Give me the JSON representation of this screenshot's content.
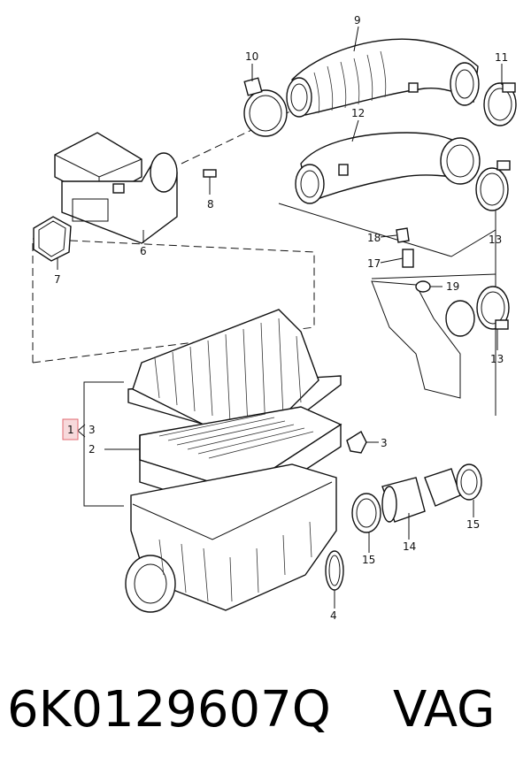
{
  "callouts": {
    "c1": "1",
    "c2": "2",
    "c3a": "3",
    "c3b": "3",
    "c4": "4",
    "c6": "6",
    "c7": "7",
    "c8": "8",
    "c9": "9",
    "c10": "10",
    "c11": "11",
    "c12": "12",
    "c13a": "13",
    "c13b": "13",
    "c14": "14",
    "c15a": "15",
    "c15b": "15",
    "c17": "17",
    "c18": "18",
    "c19": "19"
  },
  "footer": {
    "part_number": "6K0129607Q",
    "brand": "VAG"
  },
  "colors": {
    "highlight_fill": "#f7d9db",
    "highlight_stroke": "#e06a72",
    "line": "#111111"
  }
}
